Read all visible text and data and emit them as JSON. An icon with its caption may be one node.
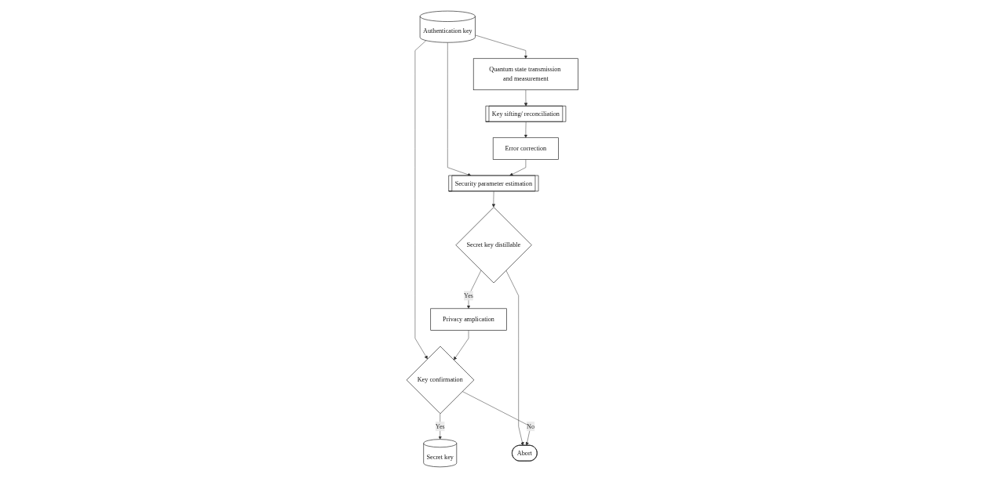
{
  "diagram": {
    "nodes": [
      {
        "text": [
          "Authentication key"
        ]
      },
      {
        "text": [
          "Quantum state transmission and measurement"
        ]
      },
      {
        "text": [
          "Key sifting/ reconciliation"
        ]
      },
      {
        "text": [
          "Error correction"
        ]
      },
      {
        "text": [
          "Security parameter estimation"
        ]
      },
      {
        "text": [
          "Key confirmation"
        ]
      },
      {
        "text": [
          "Privacy amplication"
        ]
      },
      {
        "text": [
          "Secret key distillable"
        ]
      },
      {
        "text": [
          "Secret key"
        ]
      },
      {
        "text": [
          "Abort"
        ]
      }
    ],
    "edges": [
      {
        "from": 0,
        "to": 1,
        "arrow": "to"
      },
      {
        "from": 0,
        "to": 4,
        "arrow": "to"
      },
      {
        "from": 0,
        "to": 5,
        "arrow": "to"
      },
      {
        "from": 1,
        "to": 2,
        "arrow": "to"
      },
      {
        "from": 2,
        "to": 3,
        "arrow": "to"
      },
      {
        "from": 3,
        "to": 4,
        "arrow": "to"
      },
      {
        "from": 4,
        "to": 7,
        "arrow": "to"
      },
      {
        "from": 7,
        "to": 6,
        "label": "Yes",
        "arrow": "to"
      },
      {
        "from": 6,
        "to": 5,
        "arrow": "to"
      },
      {
        "from": 7,
        "to": 9,
        "arrow": "to"
      },
      {
        "from": 5,
        "to": 8,
        "label": "Yes",
        "arrow": "to"
      },
      {
        "from": 5,
        "to": 9,
        "label": "No",
        "arrow": "to"
      }
    ]
  }
}
